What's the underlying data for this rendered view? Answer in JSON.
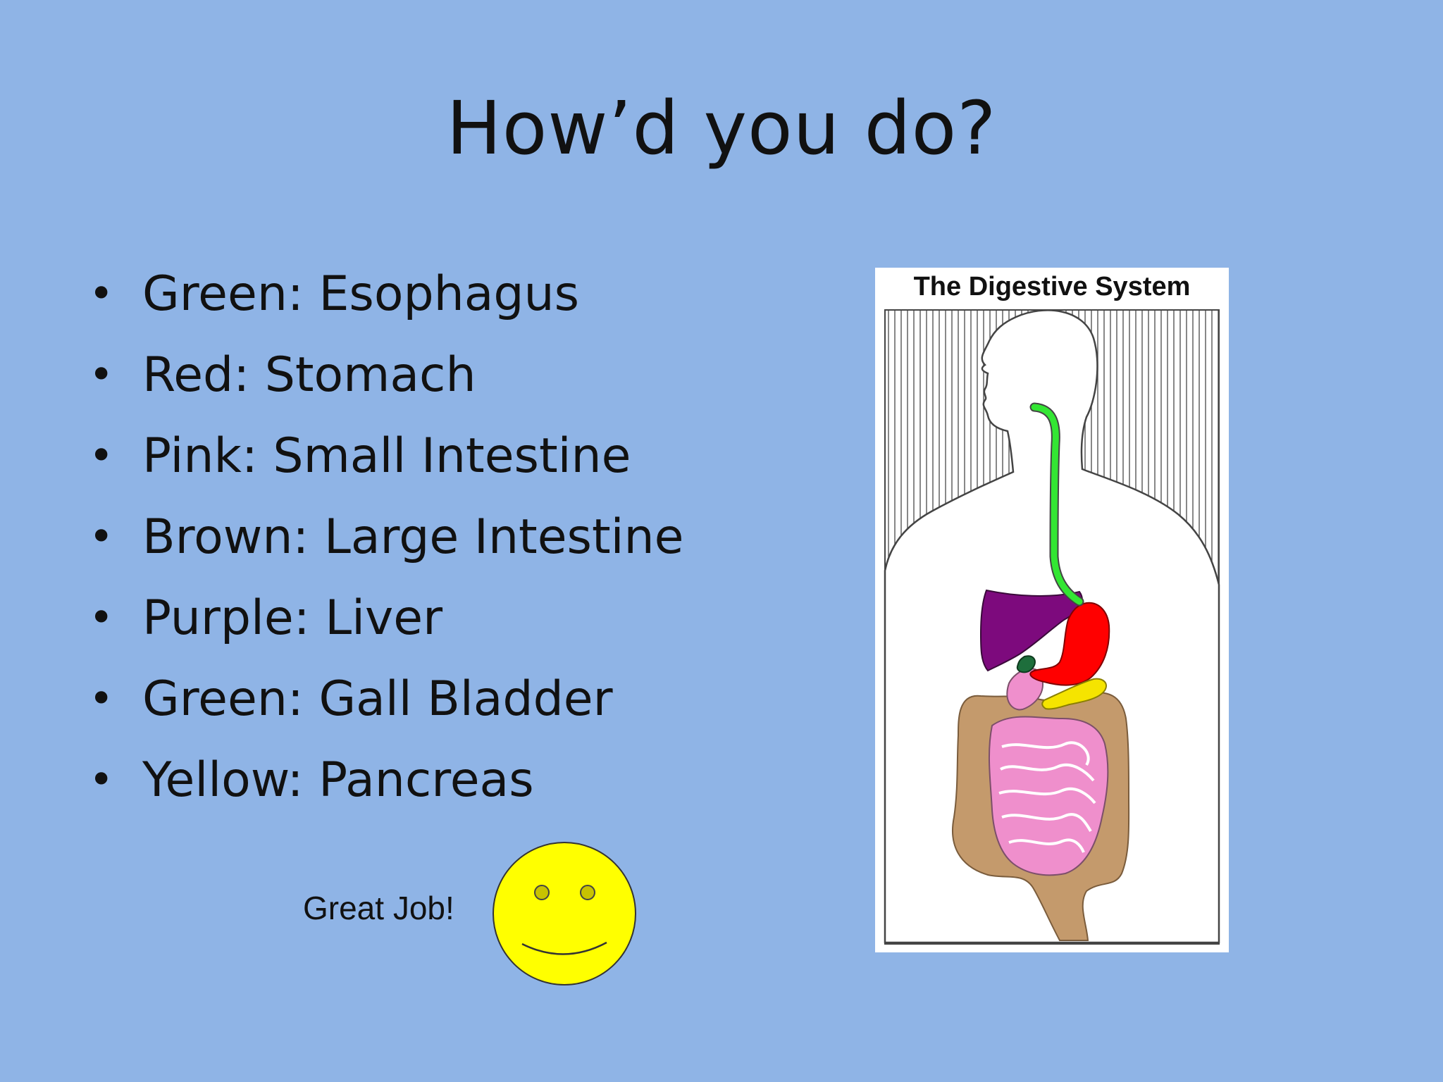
{
  "slide": {
    "title": "How’d you do?",
    "answers": [
      {
        "label": "Green: Esophagus"
      },
      {
        "label": "Red: Stomach"
      },
      {
        "label": "Pink: Small Intestine"
      },
      {
        "label": "Brown: Large Intestine"
      },
      {
        "label": "Purple: Liver"
      },
      {
        "label": "Green: Gall Bladder"
      },
      {
        "label": "Yellow: Pancreas"
      }
    ],
    "bullet": "•",
    "feedback": "Great Job!"
  },
  "diagram": {
    "title": "The Digestive System",
    "organ_colors": {
      "esophagus": "#33e633",
      "stomach": "#ff0000",
      "small_intestine": "#ef8fcc",
      "large_intestine": "#c49a6c",
      "liver": "#7d0a7d",
      "gall_bladder": "#1e6e3c",
      "pancreas": "#f5e400"
    }
  },
  "colors": {
    "background": "#8fb4e6",
    "smiley_face": "#ffff00"
  },
  "icons": {
    "smiley": "smiley-face-icon"
  }
}
